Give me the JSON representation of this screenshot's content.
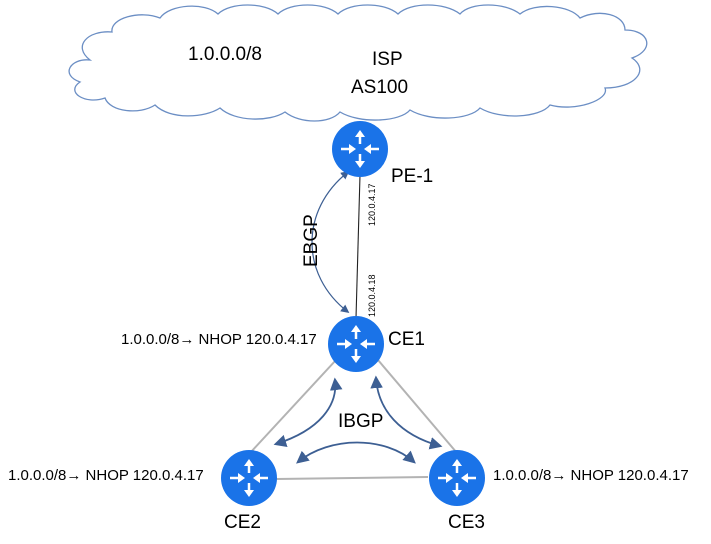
{
  "cloud": {
    "prefix": "1.0.0.0/8",
    "isp_label": "ISP",
    "as_label": "AS100"
  },
  "routers": {
    "pe1": "PE-1",
    "ce1": "CE1",
    "ce2": "CE2",
    "ce3": "CE3"
  },
  "links": {
    "pe_ip": "120.0.4.17",
    "ce1_ip": "120.0.4.18",
    "ebgp": "EBGP",
    "ibgp": "IBGP"
  },
  "routes": {
    "ce1": "1.0.0.0/8→ NHOP 120.0.4.17",
    "ce2": "1.0.0.0/8→ NHOP 120.0.4.17",
    "ce3": "1.0.0.0/8→ NHOP 120.0.4.17"
  },
  "colors": {
    "router": "#1a73e8",
    "cloud_stroke": "#6b8ec4",
    "arrow": "#3d5f93",
    "link": "#b3b3b3"
  }
}
